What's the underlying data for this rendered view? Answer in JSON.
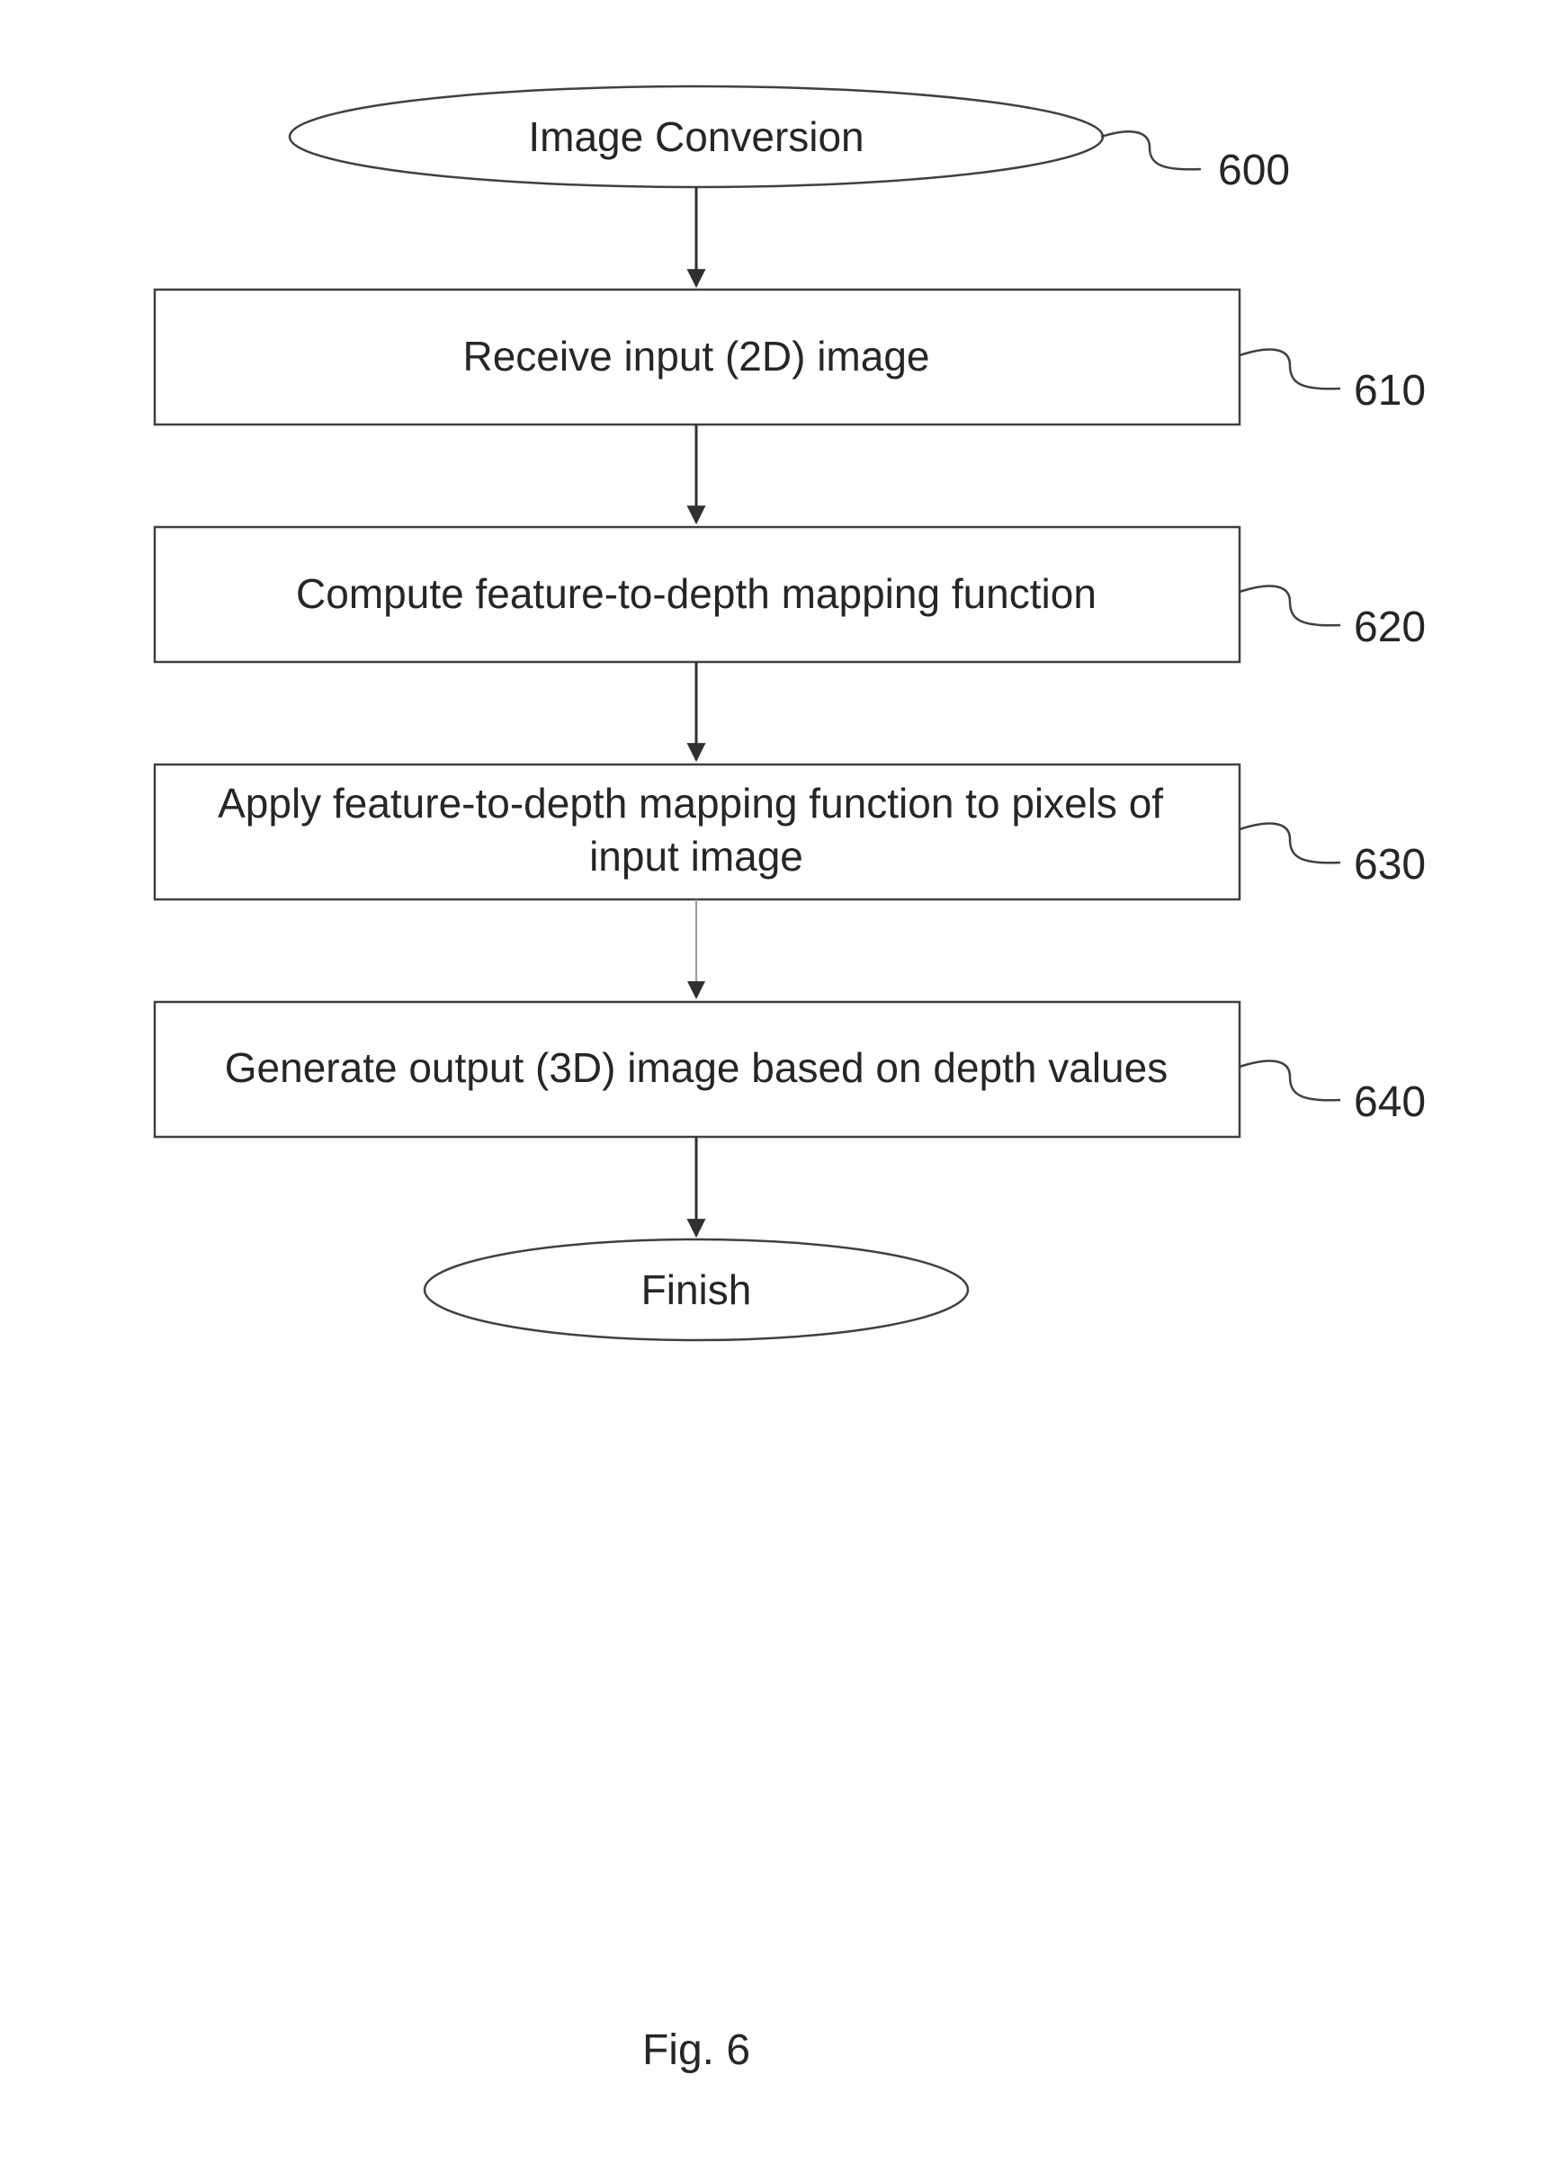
{
  "flowchart": {
    "start": {
      "label": "Image Conversion",
      "ref": "600"
    },
    "steps": [
      {
        "label_lines": [
          "Receive input (2D) image"
        ],
        "ref": "610"
      },
      {
        "label_lines": [
          "Compute feature-to-depth mapping function"
        ],
        "ref": "620"
      },
      {
        "label_lines": [
          "Apply feature-to-depth mapping function to pixels of",
          "input image"
        ],
        "ref": "630"
      },
      {
        "label_lines": [
          "Generate output (3D) image based on depth values"
        ],
        "ref": "640"
      }
    ],
    "end": {
      "label": "Finish"
    }
  },
  "caption": "Fig. 6"
}
